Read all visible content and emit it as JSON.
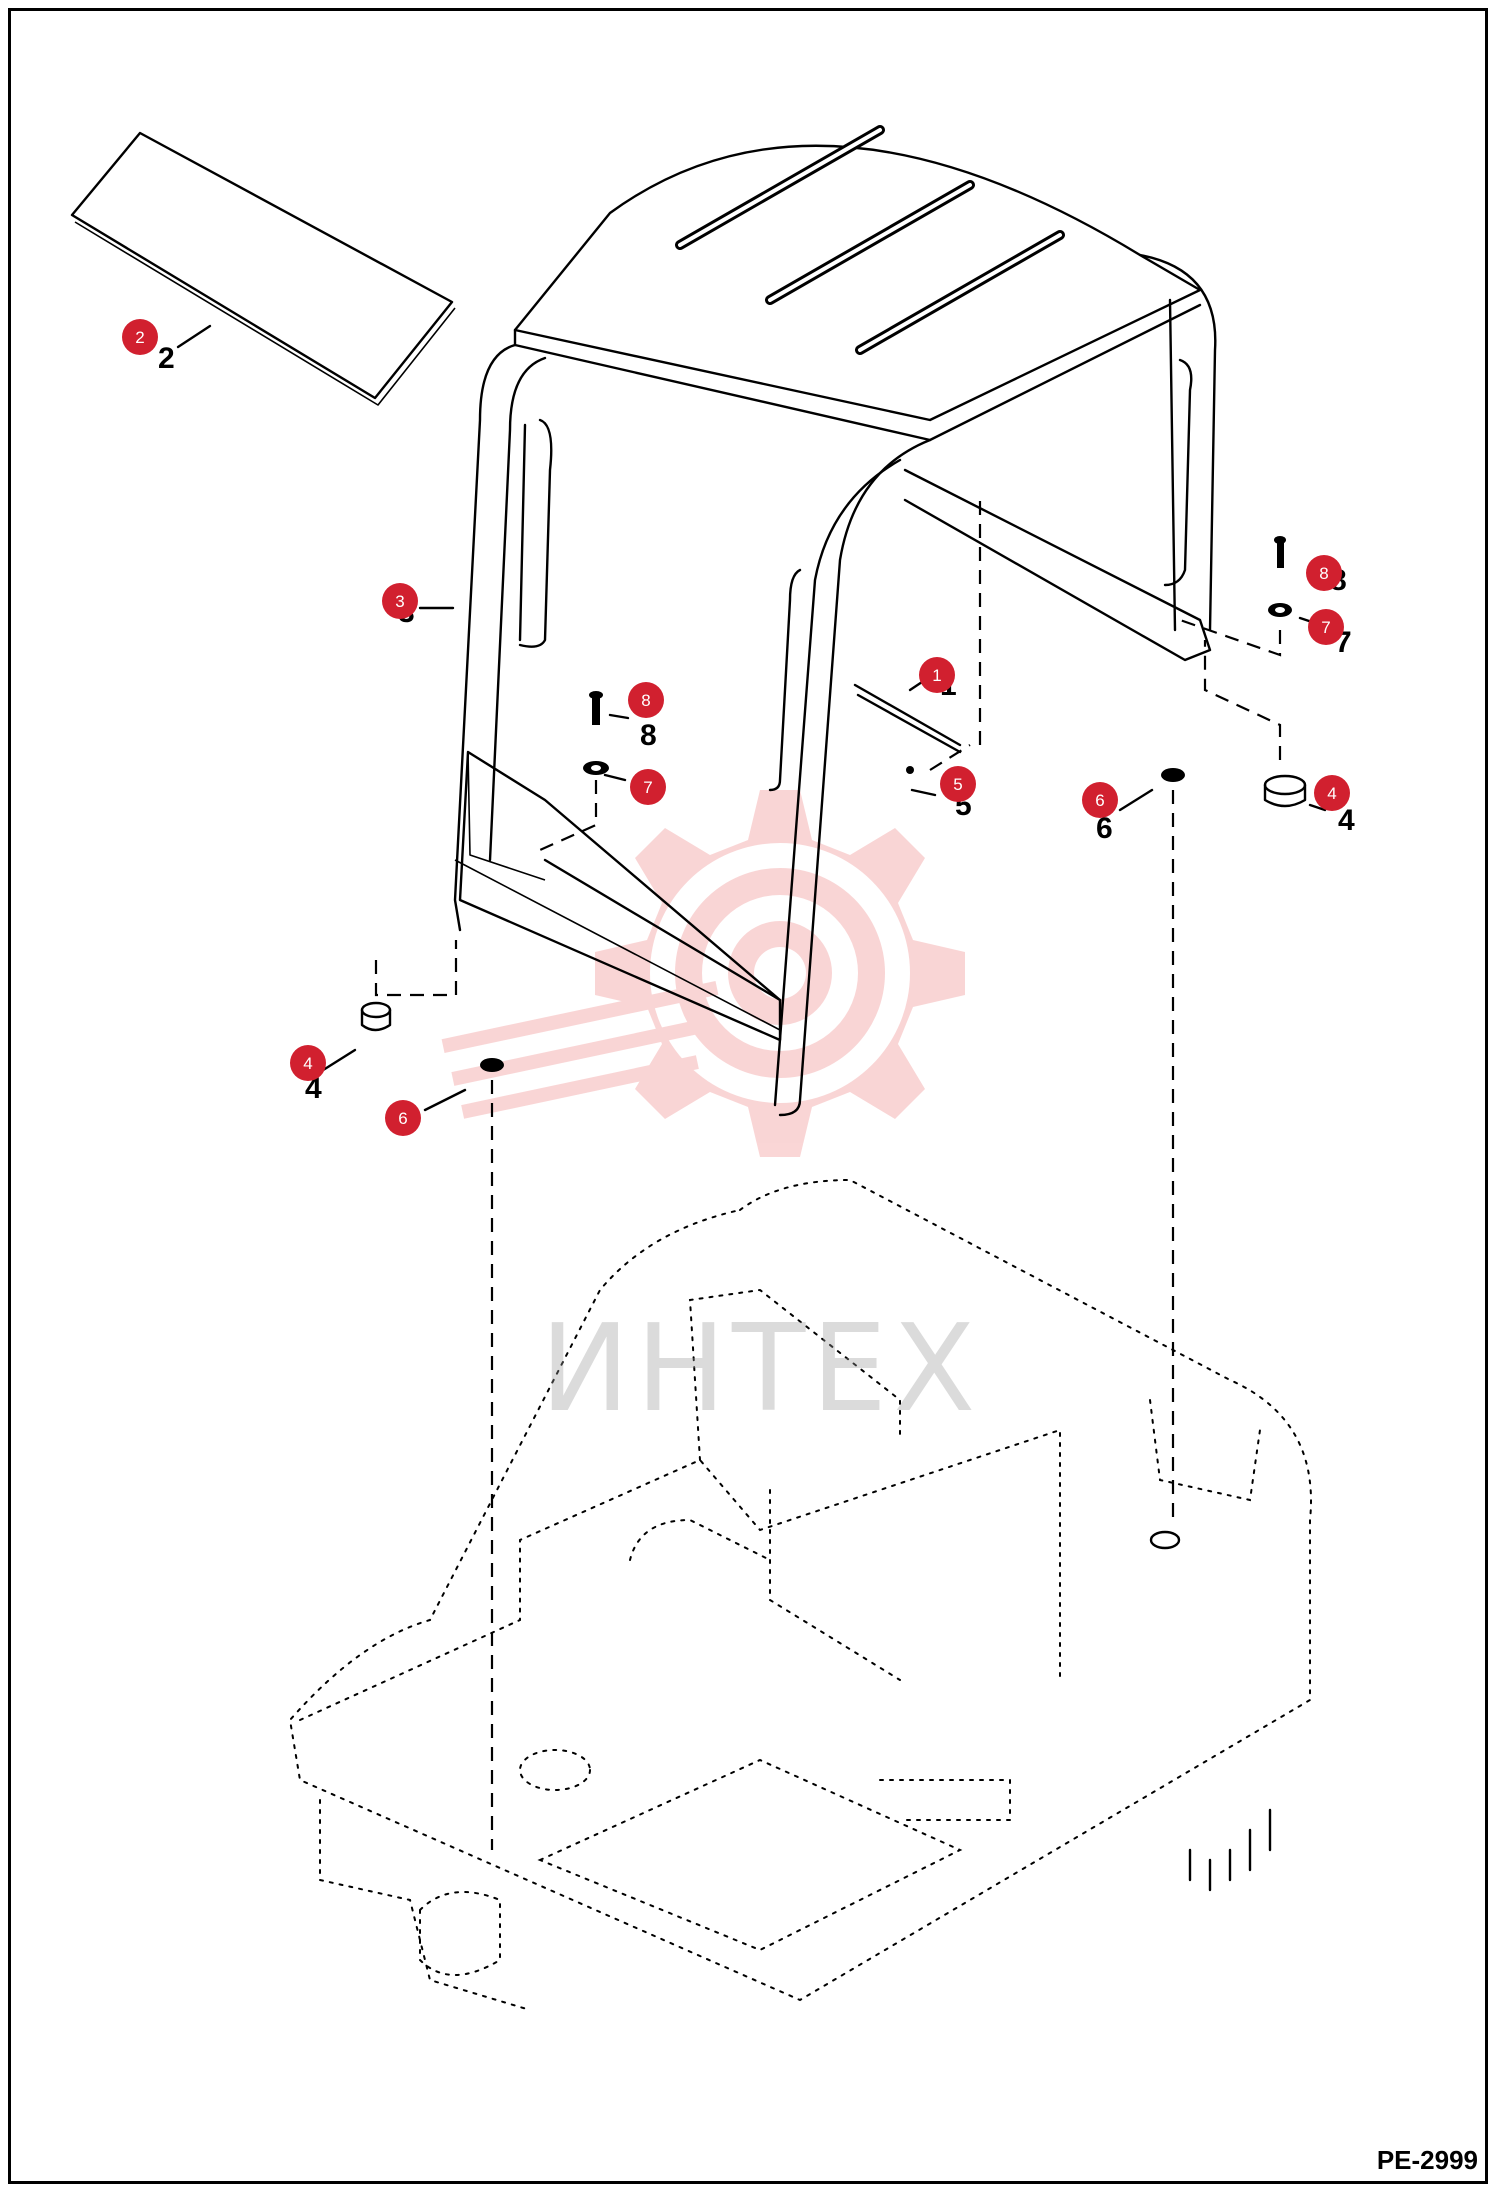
{
  "diagram": {
    "code": "PE-2999",
    "watermark_text": "ИНТЕХ",
    "callouts": [
      {
        "id": "callout-1",
        "number": "1"
      },
      {
        "id": "callout-2",
        "number": "2"
      },
      {
        "id": "callout-3",
        "number": "3"
      },
      {
        "id": "callout-4a",
        "number": "4"
      },
      {
        "id": "callout-4b",
        "number": "4"
      },
      {
        "id": "callout-5",
        "number": "5"
      },
      {
        "id": "callout-6a",
        "number": "6"
      },
      {
        "id": "callout-6b",
        "number": "6"
      },
      {
        "id": "callout-7a",
        "number": "7"
      },
      {
        "id": "callout-7b",
        "number": "7"
      },
      {
        "id": "callout-8a",
        "number": "8"
      },
      {
        "id": "callout-8b",
        "number": "8"
      }
    ],
    "part_labels": [
      "2",
      "4",
      "4",
      "6",
      "8",
      "8",
      "3",
      "7",
      "5",
      "1"
    ],
    "colors": {
      "callout": "#d1202f",
      "watermark": "#f4b3b3",
      "line": "#000000"
    }
  }
}
